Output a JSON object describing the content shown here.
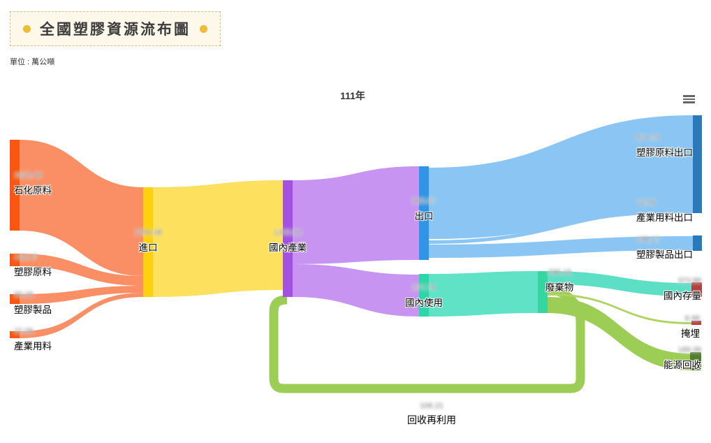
{
  "header": {
    "title": "全國塑膠資源流布圖",
    "unit_label": "單位 : 萬公噸"
  },
  "chart": {
    "subtitle": "111年",
    "menu_icon": "hamburger-menu"
  },
  "chart_data": {
    "type": "sankey",
    "title": "全國塑膠資源流布圖",
    "subtitle": "111年",
    "unit": "萬公噸",
    "values_blurred_in_source": true,
    "nodes": [
      {
        "id": "petrochemical",
        "label": "石化原料",
        "value": "1016.48",
        "color": "#f9560f"
      },
      {
        "id": "plastic-raw-in",
        "label": "塑膠原料",
        "value": "126.47",
        "color": "#f9560f"
      },
      {
        "id": "plastic-products-in",
        "label": "塑膠製品",
        "value": "89.08",
        "color": "#f9560f"
      },
      {
        "id": "industrial-in",
        "label": "產業用料",
        "value": "22.08",
        "color": "#f9560f"
      },
      {
        "id": "import",
        "label": "進口",
        "value": "1256.08",
        "color": "#fed110"
      },
      {
        "id": "domestic-industry",
        "label": "國內產業",
        "value": "1342.98",
        "color": "#a351e1"
      },
      {
        "id": "export",
        "label": "出口",
        "value": "982.07",
        "color": "#3194e4"
      },
      {
        "id": "domestic-use",
        "label": "國內使用",
        "value": "377.78",
        "color": "#2bd6a8"
      },
      {
        "id": "waste",
        "label": "廢棄物",
        "value": "298.18",
        "color": "#35d6a0"
      },
      {
        "id": "plastic-raw-export",
        "label": "塑膠原料出口",
        "value": "814.79",
        "color": "#2c79ba"
      },
      {
        "id": "industrial-export",
        "label": "產業用料出口",
        "value": "12.39",
        "color": "#2c79ba"
      },
      {
        "id": "plastic-products-export",
        "label": "塑膠製品出口",
        "value": "198.17",
        "color": "#2c79ba"
      },
      {
        "id": "domestic-stock",
        "label": "國內存量",
        "value": "373.88",
        "color": "#b2403c"
      },
      {
        "id": "landfill",
        "label": "掩埋",
        "value": "8.98",
        "color": "#b2403c"
      },
      {
        "id": "energy-recovery",
        "label": "能源回收",
        "value": "189.39",
        "color": "#527d2d"
      },
      {
        "id": "recycle",
        "label": "回收再利用",
        "value": "106.21",
        "color": "#9ccd55"
      }
    ],
    "links": [
      {
        "from": "petrochemical",
        "to": "import",
        "color": "#fa8f66"
      },
      {
        "from": "plastic-raw-in",
        "to": "import",
        "color": "#fa8f66"
      },
      {
        "from": "plastic-products-in",
        "to": "import",
        "color": "#fa8f66"
      },
      {
        "from": "industrial-in",
        "to": "import",
        "color": "#fa8f66"
      },
      {
        "from": "import",
        "to": "domestic-industry",
        "color": "#fce05e"
      },
      {
        "from": "domestic-industry",
        "to": "export",
        "color": "#c795f1"
      },
      {
        "from": "domestic-industry",
        "to": "domestic-use",
        "color": "#c795f1"
      },
      {
        "from": "export",
        "to": "plastic-raw-export",
        "color": "#8ac5f3"
      },
      {
        "from": "export",
        "to": "industrial-export",
        "color": "#8ac5f3"
      },
      {
        "from": "export",
        "to": "plastic-products-export",
        "color": "#8ac5f3"
      },
      {
        "from": "domestic-use",
        "to": "waste",
        "color": "#5fe2c6"
      },
      {
        "from": "waste",
        "to": "domestic-stock",
        "color": "#4fdcc0"
      },
      {
        "from": "waste",
        "to": "landfill",
        "color": "#aed463"
      },
      {
        "from": "waste",
        "to": "energy-recovery",
        "color": "#9ccd55"
      },
      {
        "from": "waste",
        "to": "domestic-industry",
        "color": "#9ccd55",
        "label": "回收再利用",
        "value": "106.21"
      }
    ]
  }
}
